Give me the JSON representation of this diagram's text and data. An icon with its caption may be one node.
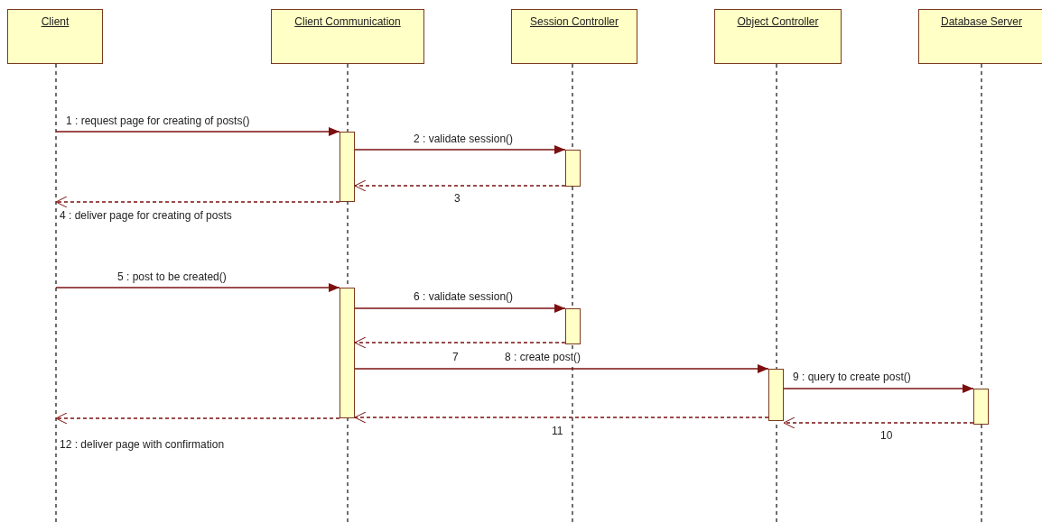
{
  "diagram": {
    "nodes": [
      {
        "text": [
          "Client"
        ]
      },
      {
        "text": [
          "Client Communication"
        ]
      },
      {
        "text": [
          "Session Controller"
        ]
      },
      {
        "text": [
          "Object Controller"
        ]
      },
      {
        "text": [
          "Database Server"
        ]
      },
      {
        "text": [],
        "shape": "bar"
      },
      {
        "text": [],
        "shape": "bar"
      },
      {
        "text": [],
        "shape": "bar"
      },
      {
        "text": [],
        "shape": "bar"
      },
      {
        "text": [],
        "shape": "bar"
      },
      {
        "text": [],
        "shape": "bar"
      }
    ],
    "edges": [
      {
        "from": null,
        "to": 5,
        "arrow": "to",
        "label": "1 : request page for creating of posts()"
      },
      {
        "from": 5,
        "to": 6,
        "arrow": "to",
        "label": "2 : validate session()"
      },
      {
        "from": 6,
        "to": 5,
        "arrow": "to",
        "label": "3",
        "style": "dashed"
      },
      {
        "from": 5,
        "to": null,
        "arrow": "to",
        "label": "4 : deliver page for creating of posts",
        "style": "dashed"
      },
      {
        "from": null,
        "to": 7,
        "arrow": "to",
        "label": "5 : post to be created()"
      },
      {
        "from": 7,
        "to": 8,
        "arrow": "to",
        "label": "6 : validate session()"
      },
      {
        "from": 8,
        "to": 7,
        "arrow": "to",
        "label": "7",
        "style": "dashed"
      },
      {
        "from": 7,
        "to": 9,
        "arrow": "to",
        "label": "8 : create post()"
      },
      {
        "from": 9,
        "to": 10,
        "arrow": "to",
        "label": "9 : query to create post()"
      },
      {
        "from": 10,
        "to": 9,
        "arrow": "to",
        "label": "10",
        "style": "dashed"
      },
      {
        "from": 9,
        "to": 7,
        "arrow": "to",
        "label": "11",
        "style": "dashed"
      },
      {
        "from": 7,
        "to": null,
        "arrow": "to",
        "label": "12 : deliver page with confirmation",
        "style": "dashed"
      }
    ]
  }
}
